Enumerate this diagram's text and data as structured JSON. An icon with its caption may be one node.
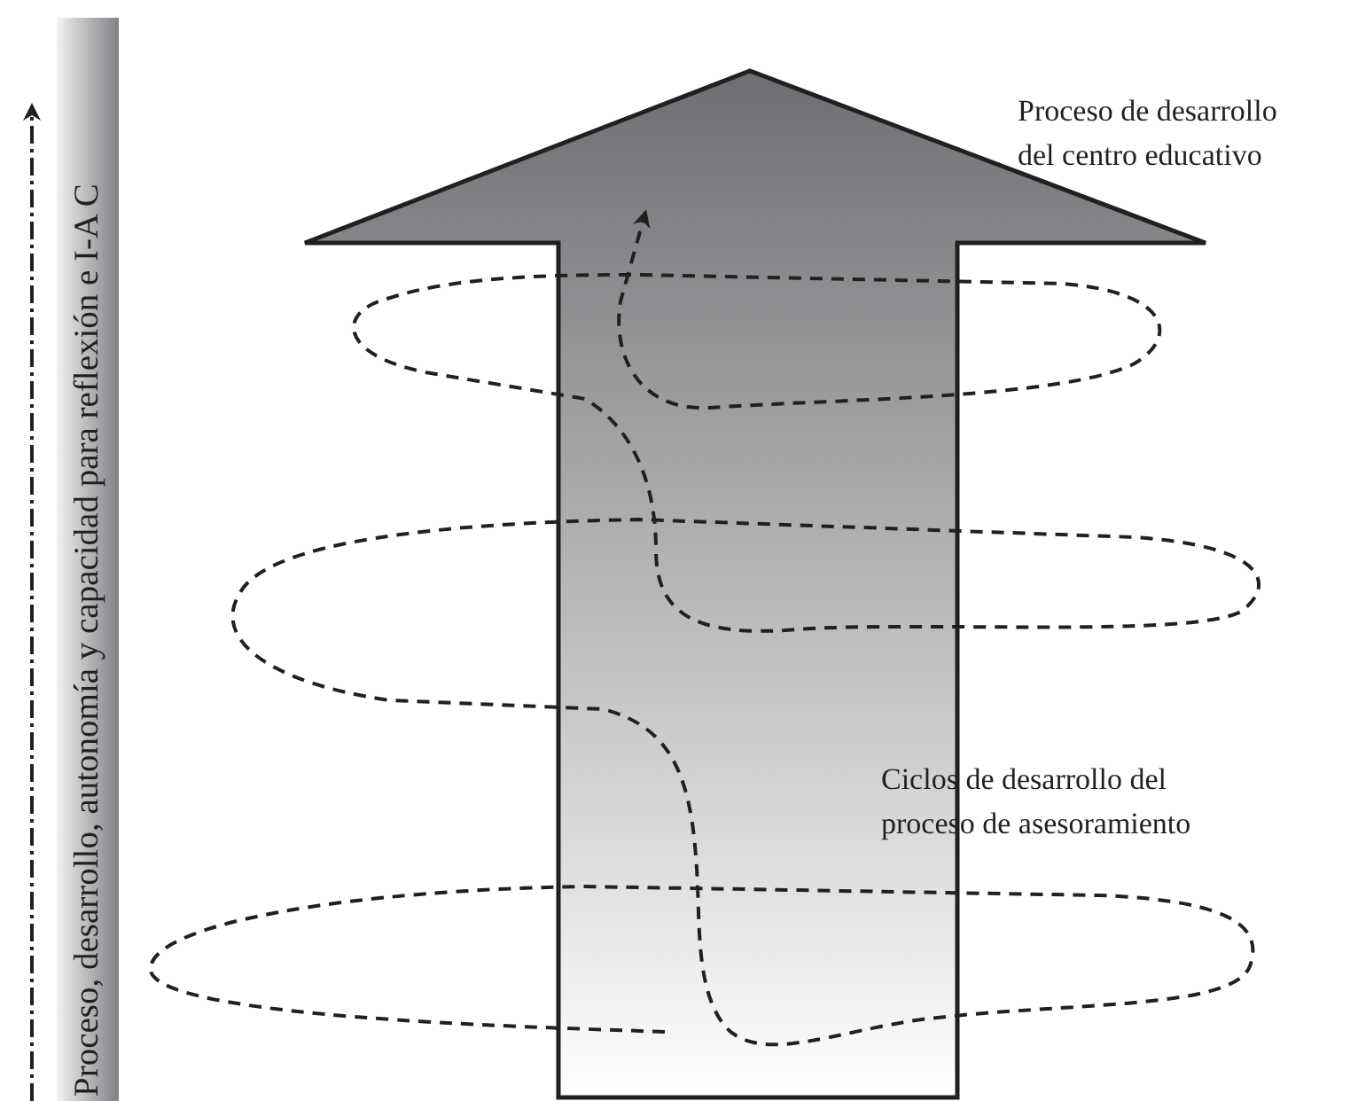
{
  "diagram": {
    "nodes": [
      {
        "text": [
          "Proceso, desarrollo, autonomía y capacidad para reflexión e I-A C"
        ]
      }
    ],
    "labels": [
      "Proceso de desarrollo del centro educativo",
      "Ciclos de desarrollo del proceso de asesoramiento"
    ]
  }
}
